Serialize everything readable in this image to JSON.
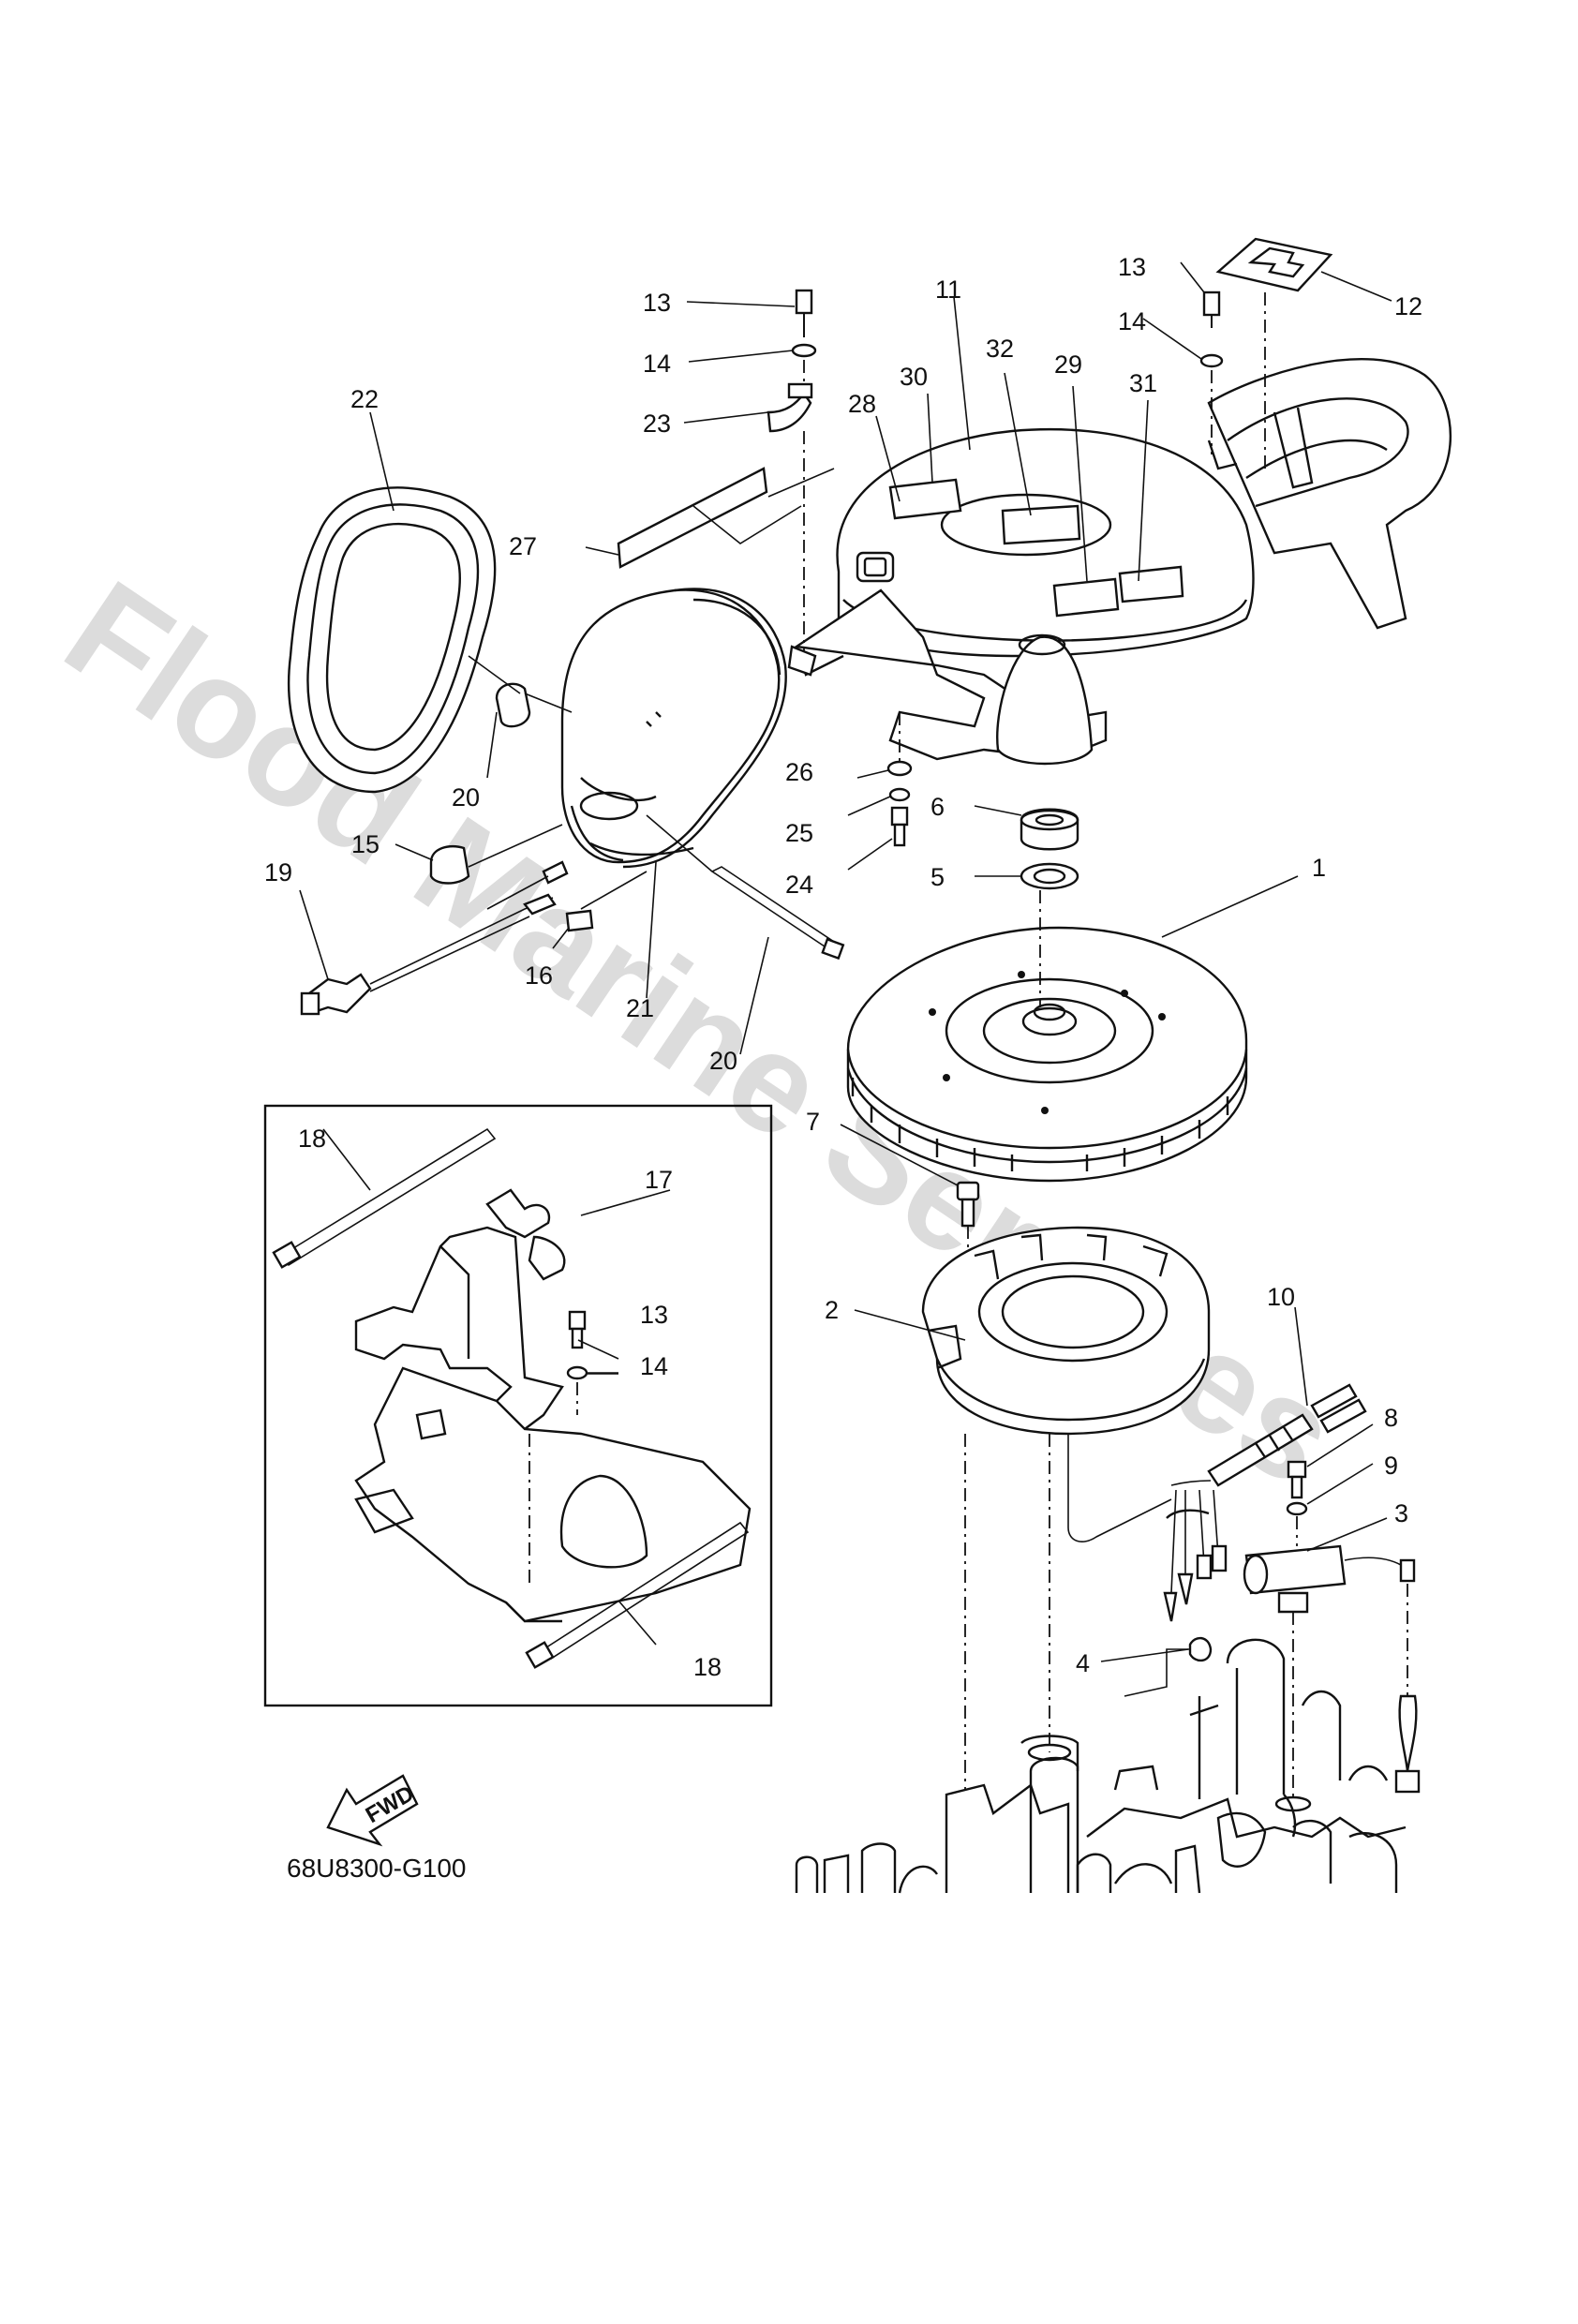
{
  "drawing": {
    "code": "68U8300-G100",
    "watermark": "Flood Marine Services",
    "direction_marker": "FWD"
  },
  "callouts": [
    {
      "id": "c1",
      "label": "1"
    },
    {
      "id": "c2",
      "label": "2"
    },
    {
      "id": "c3",
      "label": "3"
    },
    {
      "id": "c4",
      "label": "4"
    },
    {
      "id": "c5",
      "label": "5"
    },
    {
      "id": "c6",
      "label": "6"
    },
    {
      "id": "c7",
      "label": "7"
    },
    {
      "id": "c8",
      "label": "8"
    },
    {
      "id": "c9",
      "label": "9"
    },
    {
      "id": "c10",
      "label": "10"
    },
    {
      "id": "c11",
      "label": "11"
    },
    {
      "id": "c12",
      "label": "12"
    },
    {
      "id": "c13a",
      "label": "13"
    },
    {
      "id": "c13b",
      "label": "13"
    },
    {
      "id": "c13c",
      "label": "13"
    },
    {
      "id": "c14a",
      "label": "14"
    },
    {
      "id": "c14b",
      "label": "14"
    },
    {
      "id": "c14c",
      "label": "14"
    },
    {
      "id": "c15",
      "label": "15"
    },
    {
      "id": "c16",
      "label": "16"
    },
    {
      "id": "c17",
      "label": "17"
    },
    {
      "id": "c18a",
      "label": "18"
    },
    {
      "id": "c18b",
      "label": "18"
    },
    {
      "id": "c19",
      "label": "19"
    },
    {
      "id": "c20a",
      "label": "20"
    },
    {
      "id": "c20b",
      "label": "20"
    },
    {
      "id": "c21",
      "label": "21"
    },
    {
      "id": "c22",
      "label": "22"
    },
    {
      "id": "c23",
      "label": "23"
    },
    {
      "id": "c24",
      "label": "24"
    },
    {
      "id": "c25",
      "label": "25"
    },
    {
      "id": "c26",
      "label": "26"
    },
    {
      "id": "c27",
      "label": "27"
    },
    {
      "id": "c28",
      "label": "28"
    },
    {
      "id": "c29",
      "label": "29"
    },
    {
      "id": "c30",
      "label": "30"
    },
    {
      "id": "c31",
      "label": "31"
    },
    {
      "id": "c32",
      "label": "32"
    }
  ]
}
